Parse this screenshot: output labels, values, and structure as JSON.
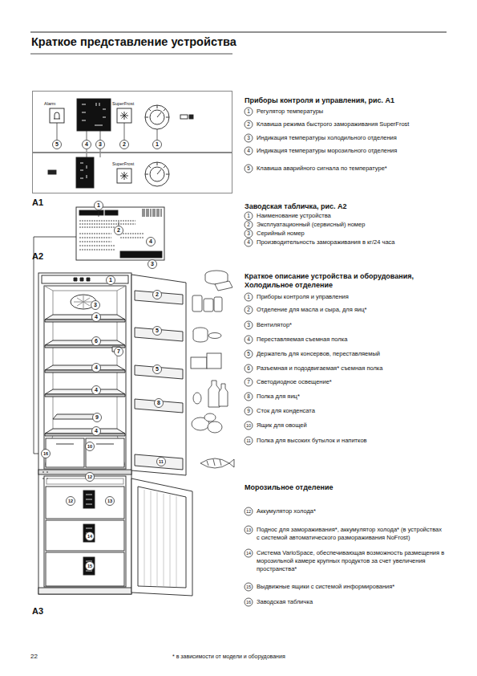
{
  "diagram": {
    "title": "Краткое представление устройства",
    "nodes": [
      {
        "text": [
          "Alarm",
          "SuperFrost"
        ]
      },
      {
        "text": [
          "SuperFrost"
        ]
      }
    ],
    "labels": [
      "Приборы контроля и управления, рис. A1",
      "1",
      "Регулятор температуры",
      "2",
      "Клавиша режима быстрого замораживания SuperFrost",
      "3",
      "Индикация температуры холодильного отделения",
      "4",
      "Индикация температуры морозильного отделения",
      "5",
      "Клавиша аварийного сигнала по температуре*",
      "Заводская табличка, рис. A2",
      "1",
      "Наименование устройства",
      "2",
      "Эксплуатационный (сервисный) номер",
      "3",
      "Серийный номер",
      "4",
      "Производительность замораживания в кг/24 часа",
      "Краткое описание устройства и оборудования,",
      "Холодильное отделение",
      "1",
      "Приборы контроля и управления",
      "2",
      "Отделение для масла и сыра, для яиц*",
      "3",
      "Вентилятор*",
      "4",
      "Переставляемая съемная полка",
      "5",
      "Держатель для консервов, переставляемый",
      "6",
      "Разъемная и пододвигаемая* съемная полка",
      "7",
      "Светодиодное освещение*",
      "8",
      "Полка для яиц*",
      "9",
      "Сток для конденсата",
      "10",
      "Ящик для овощей",
      "11",
      "Полка для высоких бутылок и напитков",
      "Морозильное отделение",
      "12",
      "Аккумулятор холода*",
      "13",
      "Поднос для замораживания*, аккумулятор холода* (в устройствах с системой автоматического размораживания NoFrost)",
      "14",
      "Система VarioSpace, обеспечивающая возможность размещения в морозильной камере крупных продуктов за счет увеличения пространства*",
      "15",
      "Выдвижные ящики с системой информирования*",
      "16",
      "Заводская табличка",
      "22",
      "* в зависимости от модели и оборудования",
      "A1",
      "A2",
      "A3",
      "5",
      "4",
      "3",
      "2",
      "1",
      "1",
      "2",
      "4",
      "3",
      "1",
      "2",
      "3",
      "4",
      "5",
      "6",
      "7",
      "4",
      "5",
      "4",
      "8",
      "9",
      "4",
      "10",
      "11",
      "16",
      "12",
      "12",
      "13",
      "14",
      "15"
    ]
  }
}
